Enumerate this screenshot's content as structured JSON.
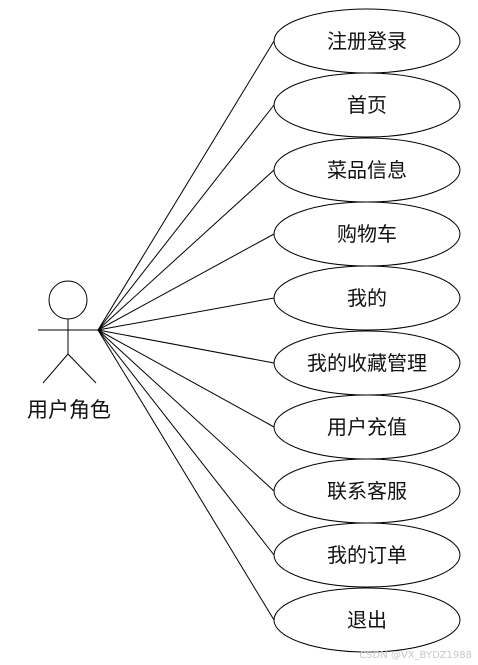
{
  "actor": {
    "label": "用户角色"
  },
  "use_cases": [
    "注册登录",
    "首页",
    "菜品信息",
    "购物车",
    "我的",
    "我的收藏管理",
    "用户充值",
    "联系客服",
    "我的订单",
    "退出"
  ],
  "watermark": "CSDN @VX_BYDZ1988"
}
